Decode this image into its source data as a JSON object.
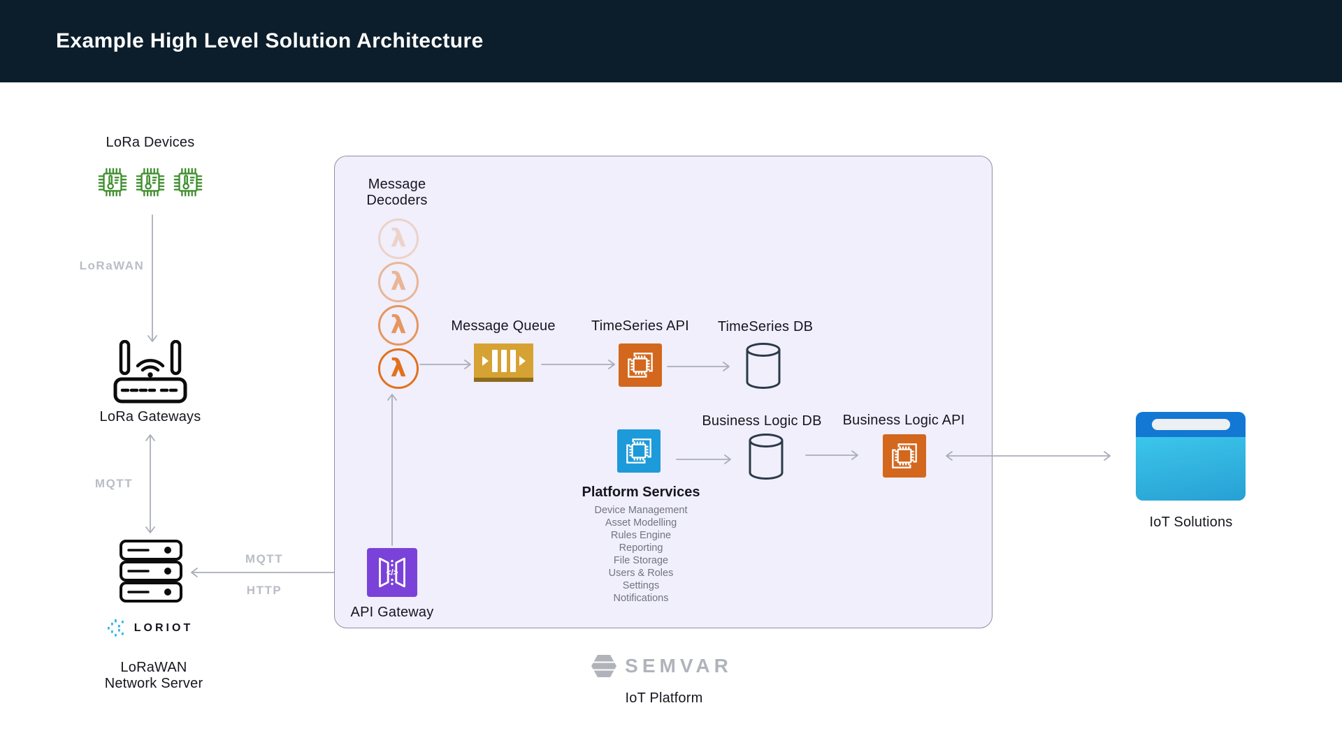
{
  "header": {
    "title": "Example High Level Solution Architecture"
  },
  "lora": {
    "devices_label": "LoRa Devices",
    "lorawan_protocol": "LoRaWAN",
    "gateways_label": "LoRa Gateways",
    "mqtt_protocol": "MQTT",
    "server_mqtt_protocol": "MQTT",
    "server_http_protocol": "HTTP",
    "loriot_logo": "LORIOT",
    "network_server_line1": "LoRaWAN",
    "network_server_line2": "Network Server"
  },
  "platform": {
    "decoders_line1": "Message",
    "decoders_line2": "Decoders",
    "queue_label": "Message Queue",
    "ts_api_label": "TimeSeries API",
    "ts_db_label": "TimeSeries DB",
    "bl_db_label": "Business Logic DB",
    "bl_api_label": "Business Logic API",
    "services_title": "Platform Services",
    "services_items": [
      "Device Management",
      "Asset Modelling",
      "Rules Engine",
      "Reporting",
      "File Storage",
      "Users & Roles",
      "Settings",
      "Notifications"
    ],
    "api_gateway_label": "API Gateway"
  },
  "branding": {
    "logo": "SEMVAR",
    "platform_label": "IoT Platform"
  },
  "solutions": {
    "label": "IoT Solutions"
  },
  "icons": {
    "lora_device": "chip-thermometer-icon",
    "lora_gateway": "wifi-router-icon",
    "network_server": "server-stack-icon",
    "message_decoder": "lambda-icon",
    "message_queue": "queue-bars-icon",
    "api_service": "chip-squares-icon",
    "database": "database-cylinder-icon",
    "api_gateway": "api-gateway-doors-icon",
    "iot_solutions": "browser-window-icon",
    "loriot_logo_mark": "dots-beacon-icon",
    "semvar_logo_mark": "striped-hexagon-icon"
  },
  "colors": {
    "header_bg": "#0c1e2b",
    "box_bg": "#f0effb",
    "lambda_orange": "#e2711d",
    "queue_gold": "#d5a233",
    "api_orange": "#d3671d",
    "services_blue": "#1d9ad9",
    "gateway_purple": "#7b42d9",
    "device_green": "#3f8f2e",
    "loriot_cyan": "#35b6e9",
    "arrow_gray": "#a9aeb7",
    "browser_blue": "#1377d4",
    "browser_cyan": "#3cc6ea",
    "semvar_gray": "#b0b4ba"
  }
}
